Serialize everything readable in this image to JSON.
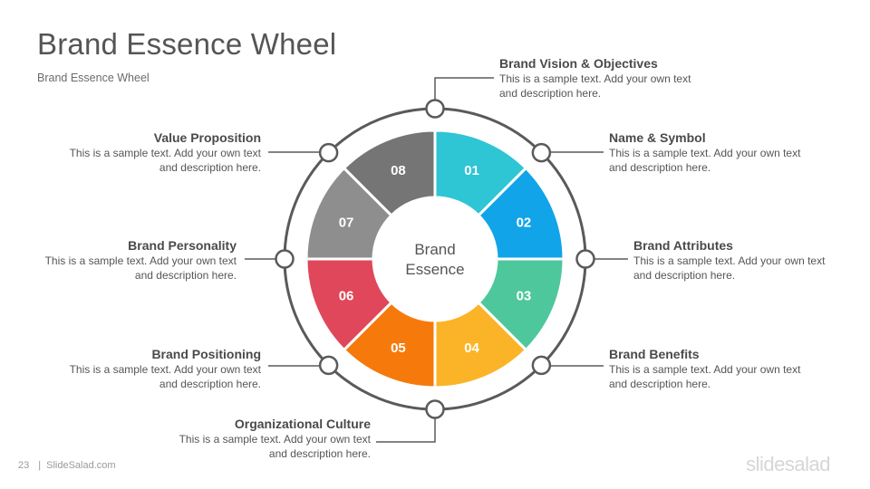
{
  "title": "Brand Essence Wheel",
  "subtitle": "Brand  Essence Wheel",
  "center": {
    "line1": "Brand",
    "line2": "Essence"
  },
  "segments": [
    {
      "num": "01",
      "color": "#2ec5d4"
    },
    {
      "num": "02",
      "color": "#12a4e8"
    },
    {
      "num": "03",
      "color": "#4ec79c"
    },
    {
      "num": "04",
      "color": "#fbb428"
    },
    {
      "num": "05",
      "color": "#f57a0b"
    },
    {
      "num": "06",
      "color": "#e0475a"
    },
    {
      "num": "07",
      "color": "#8e8e8e"
    },
    {
      "num": "08",
      "color": "#757575"
    }
  ],
  "items": [
    {
      "heading": "Brand Vision & Objectives",
      "line1": "This is a sample text. Add your own text",
      "line2": "and description here."
    },
    {
      "heading": "Name & Symbol",
      "line1": "This is a sample text. Add your own text",
      "line2": "and description here."
    },
    {
      "heading": "Brand Attributes",
      "line1": "This is a sample text. Add your own text",
      "line2": "and description here."
    },
    {
      "heading": "Brand Benefits",
      "line1": "This is a sample text. Add your own text",
      "line2": "and description here."
    },
    {
      "heading": "Organizational Culture",
      "line1": "This is a sample text. Add your own text",
      "line2": "and description here."
    },
    {
      "heading": "Brand Positioning",
      "line1": "This is a sample text. Add your own text",
      "line2": "and description here."
    },
    {
      "heading": "Brand Personality",
      "line1": "This is a sample text. Add your own text",
      "line2": "and description here."
    },
    {
      "heading": "Value Proposition",
      "line1": "This is a sample text. Add your own text",
      "line2": "and description here."
    }
  ],
  "footer": {
    "page": "23",
    "site": "SlideSalad.com"
  },
  "logo": "slidesalad"
}
